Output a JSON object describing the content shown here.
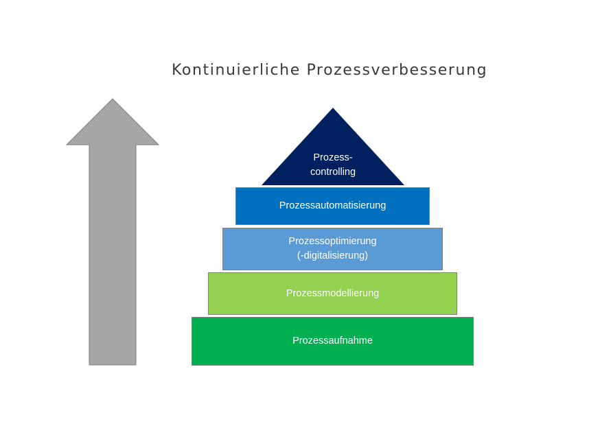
{
  "diagram": {
    "title": "Kontinuierliche Prozessverbesserung",
    "arrow": {
      "color": "#a6a6a6",
      "direction": "up"
    },
    "pyramid": {
      "apex": {
        "lines": [
          "Prozess-",
          "controlling"
        ],
        "color": "#002060"
      },
      "levels": [
        {
          "lines": [
            "Prozessautomatisierung"
          ],
          "color": "#0070c0"
        },
        {
          "lines": [
            "Prozessoptimierung",
            "(-digitalisierung)"
          ],
          "color": "#5b9bd5"
        },
        {
          "lines": [
            "Prozessmodellierung"
          ],
          "color": "#92d050"
        },
        {
          "lines": [
            "Prozessaufnahme"
          ],
          "color": "#00b050"
        }
      ]
    }
  }
}
